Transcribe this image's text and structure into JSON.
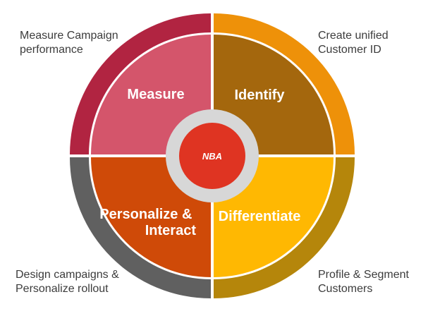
{
  "diagram": {
    "type": "cycle-wheel",
    "background": "#ffffff",
    "hub": {
      "label": "NBA",
      "fill": "#df3422",
      "ring_fill": "#d7d7d7",
      "text_color": "#ffffff"
    },
    "quadrants": [
      {
        "name": "measure",
        "label_lines": [
          "Measure"
        ],
        "inner_fill": "#d4556b",
        "outer_fill": "#b12441"
      },
      {
        "name": "identify",
        "label_lines": [
          "Identify"
        ],
        "inner_fill": "#a4670d",
        "outer_fill": "#ee9109"
      },
      {
        "name": "personalize-interact",
        "label_lines": [
          "Personalize &",
          "Interact"
        ],
        "inner_fill": "#cf4a08",
        "outer_fill": "#606060"
      },
      {
        "name": "differentiate",
        "label_lines": [
          "Differentiate"
        ],
        "inner_fill": "#ffb802",
        "outer_fill": "#b5860b"
      }
    ],
    "quadrant_label_color": "#ffffff",
    "annotation_text_color": "#3c3c3c",
    "annotations": [
      {
        "name": "top-left",
        "lines": [
          "Measure Campaign",
          "performance"
        ]
      },
      {
        "name": "top-right",
        "lines": [
          "Create unified",
          "Customer ID"
        ]
      },
      {
        "name": "bottom-left",
        "lines": [
          "Design campaigns &",
          "Personalize rollout"
        ]
      },
      {
        "name": "bottom-right",
        "lines": [
          "Profile & Segment",
          "Customers"
        ]
      }
    ]
  }
}
